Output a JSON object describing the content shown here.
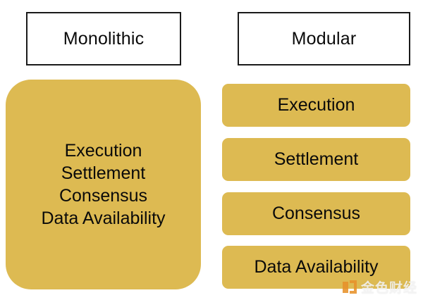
{
  "diagram": {
    "columns": [
      {
        "id": "monolithic",
        "title": "Monolithic",
        "block_layers": [
          "Execution",
          "Settlement",
          "Consensus",
          "Data Availability"
        ]
      },
      {
        "id": "modular",
        "title": "Modular",
        "bars": [
          "Execution",
          "Settlement",
          "Consensus",
          "Data Availability"
        ]
      }
    ],
    "colors": {
      "block_fill": "#ddba52",
      "title_border": "#1a1a1a",
      "title_fill": "#ffffff",
      "text": "#0a0a0a",
      "background": "#ffffff",
      "watermark_accent": "#e8922b"
    }
  },
  "watermark": {
    "text": "金色财经",
    "icon": "jinse-logo-icon"
  }
}
